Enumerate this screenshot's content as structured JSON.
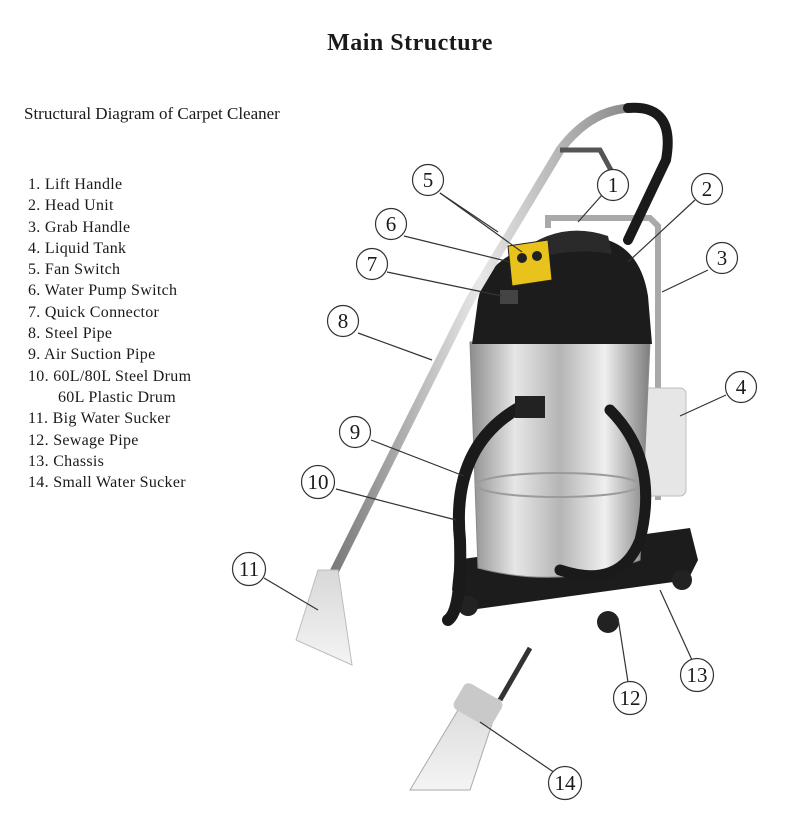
{
  "title": "Main Structure",
  "subtitle": "Structural Diagram of Carpet Cleaner",
  "parts": [
    "1. Lift Handle",
    "2. Head Unit",
    "3. Grab Handle",
    "4. Liquid Tank",
    "5. Fan Switch",
    "6. Water Pump Switch",
    "7. Quick Connector",
    "8. Steel Pipe",
    "9. Air Suction Pipe",
    "10. 60L/80L Steel Drum",
    "60L Plastic Drum",
    "11. Big Water Sucker",
    "12. Sewage Pipe",
    "13. Chassis",
    "14. Small Water Sucker"
  ],
  "callouts": [
    "1",
    "2",
    "3",
    "4",
    "5",
    "6",
    "7",
    "8",
    "9",
    "10",
    "11",
    "12",
    "13",
    "14"
  ],
  "colors": {
    "drum_steel": "#c9c9c9",
    "body_black": "#1c1c1c",
    "accent_yellow": "#e9c21b"
  }
}
